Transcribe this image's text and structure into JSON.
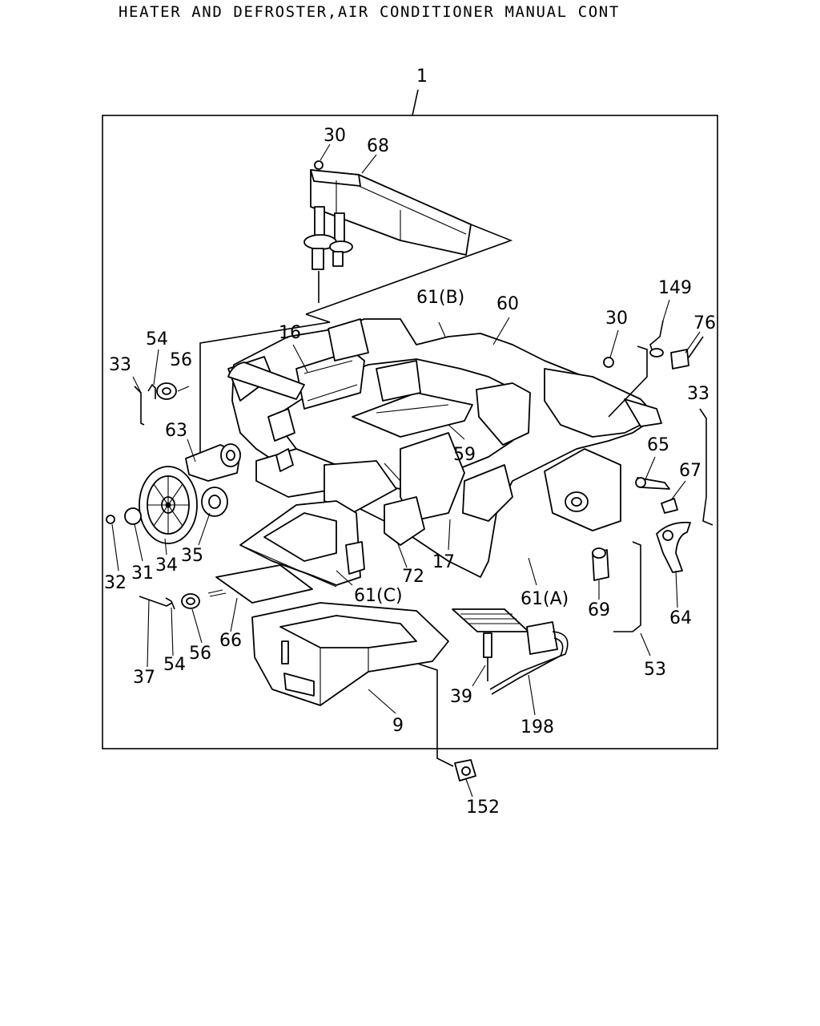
{
  "title": "HEATER AND DEFROSTER,AIR CONDITIONER MANUAL CONT",
  "callouts": {
    "c1": "1",
    "c30a": "30",
    "c68": "68",
    "c149": "149",
    "c61b": "61(B)",
    "c60": "60",
    "c30b": "30",
    "c76": "76",
    "c54a": "54",
    "c16": "16",
    "c56a": "56",
    "c33a": "33",
    "c33b": "33",
    "c63": "63",
    "c59": "59",
    "c65": "65",
    "c67": "67",
    "c35": "35",
    "c32": "32",
    "c31": "31",
    "c34": "34",
    "c72": "72",
    "c17": "17",
    "c61c": "61(C)",
    "c61a": "61(A)",
    "c69": "69",
    "c64": "64",
    "c53": "53",
    "c37": "37",
    "c54b": "54",
    "c56b": "56",
    "c66": "66",
    "c39": "39",
    "c9": "9",
    "c198": "198",
    "c152": "152"
  }
}
